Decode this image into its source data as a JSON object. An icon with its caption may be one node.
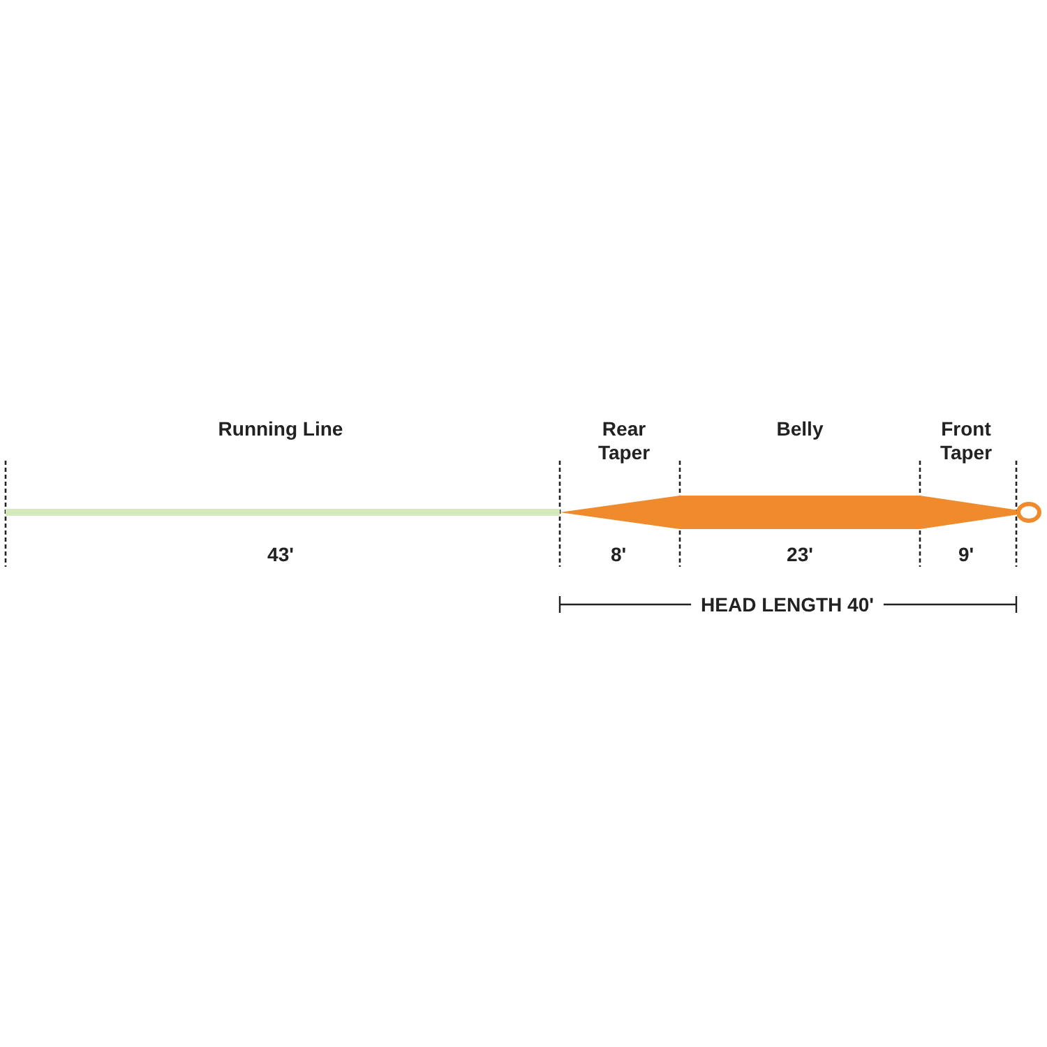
{
  "diagram": {
    "labels": [
      "Running Line",
      "Rear Taper",
      "Belly",
      "Front Taper",
      "43'",
      "8'",
      "23'",
      "9'",
      "HEAD LENGTH 40'"
    ]
  }
}
